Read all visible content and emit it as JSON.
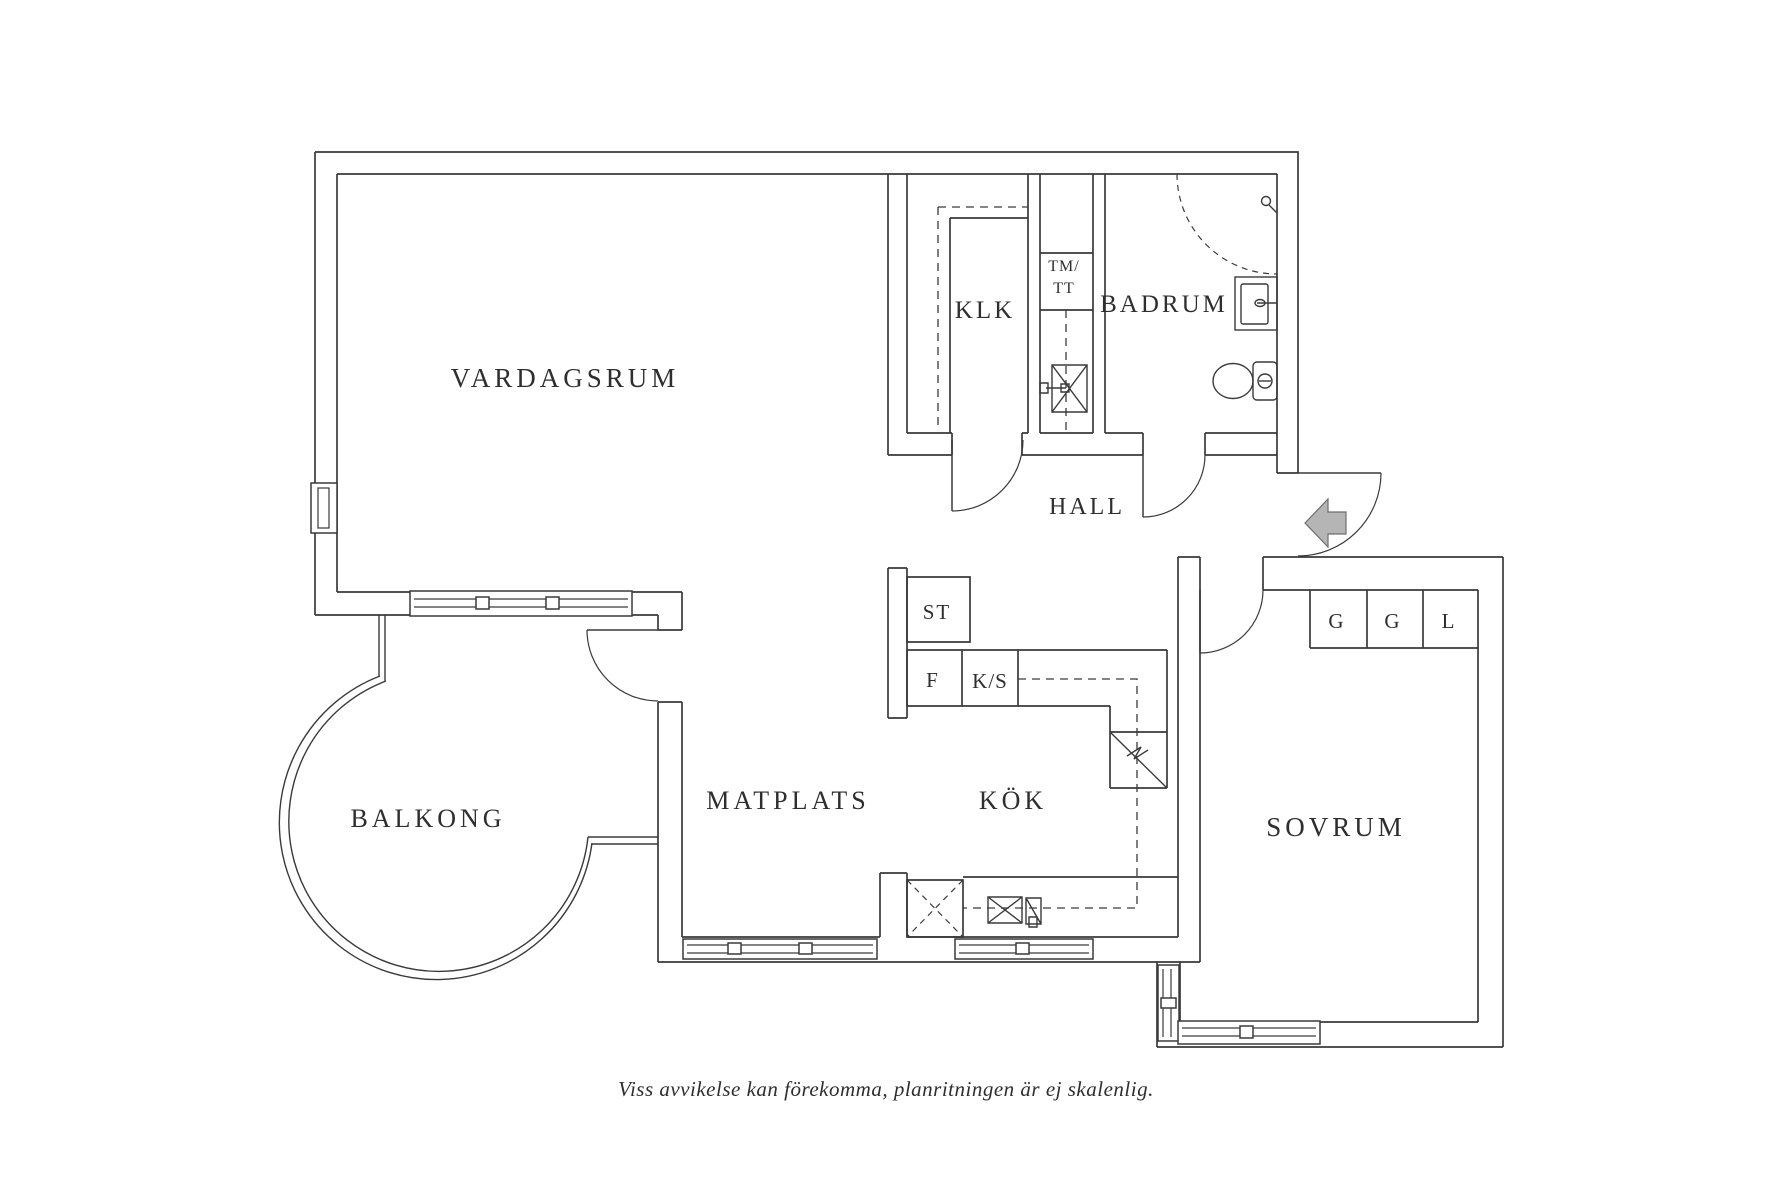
{
  "plan": {
    "labels": {
      "vardagsrum": "VARDAGSRUM",
      "klk": "KLK",
      "tm_tt_line1": "TM/",
      "tm_tt_line2": "TT",
      "badrum": "BADRUM",
      "hall": "HALL",
      "st": "ST",
      "f": "F",
      "ks": "K/S",
      "matplats": "MATPLATS",
      "kok": "KÖK",
      "balkong": "BALKONG",
      "sovrum": "SOVRUM",
      "wardrobe1": "G",
      "wardrobe2": "G",
      "wardrobe3": "L"
    },
    "caption": "Viss avvikelse kan förekomma, planritningen är ej skalenlig.",
    "colors": {
      "line": "#3a3a3a",
      "text": "#2e2e2e",
      "arrow_fill": "#b5b5b5",
      "background": "#ffffff"
    }
  }
}
